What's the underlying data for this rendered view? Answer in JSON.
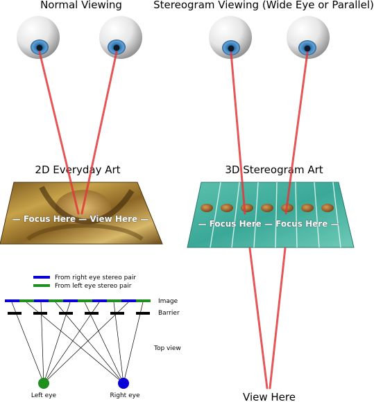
{
  "headings": {
    "normal": "Normal Viewing",
    "stereo": "Stereogram Viewing (Wide Eye or Parallel)"
  },
  "panels": {
    "art_2d_label": "2D Everyday Art",
    "art_3d_label": "3D Stereogram Art",
    "art_2d_caption": "— Focus Here — View Here —",
    "art_3d_caption": "— Focus Here — Focus Here —",
    "view_here": "View Here"
  },
  "barrier_diagram": {
    "legend_right": "From right eye stereo pair",
    "legend_left": "From left eye stereo pair",
    "image_label": "Image",
    "barrier_label": "Barrier",
    "top_view_label": "Top view",
    "left_eye_label": "Left eye",
    "right_eye_label": "Right eye"
  },
  "colors": {
    "right_eye": "#0a00d8",
    "left_eye": "#1f8f1f",
    "ray": "#e0393c",
    "iris": "#3f88c9",
    "stereogram_water": "#3aa898"
  }
}
